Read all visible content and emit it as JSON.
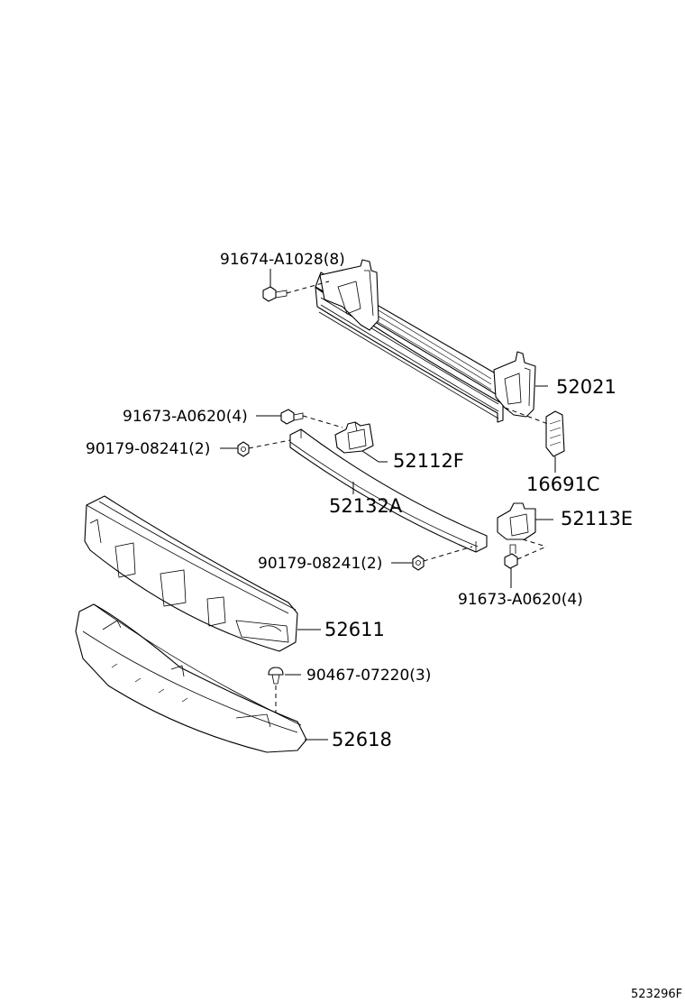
{
  "parts": {
    "p52021": "52021",
    "p16691C": "16691C",
    "p52112F": "52112F",
    "p52132A": "52132A",
    "p52113E": "52113E",
    "p52611": "52611",
    "p52618": "52618",
    "b91674": "91674-A1028(8)",
    "b91673_top": "91673-A0620(4)",
    "n90179_top": "90179-08241(2)",
    "n90179_bot": "90179-08241(2)",
    "b91673_bot": "91673-A0620(4)",
    "c90467": "90467-07220(3)"
  },
  "diagram_code": "523296F"
}
